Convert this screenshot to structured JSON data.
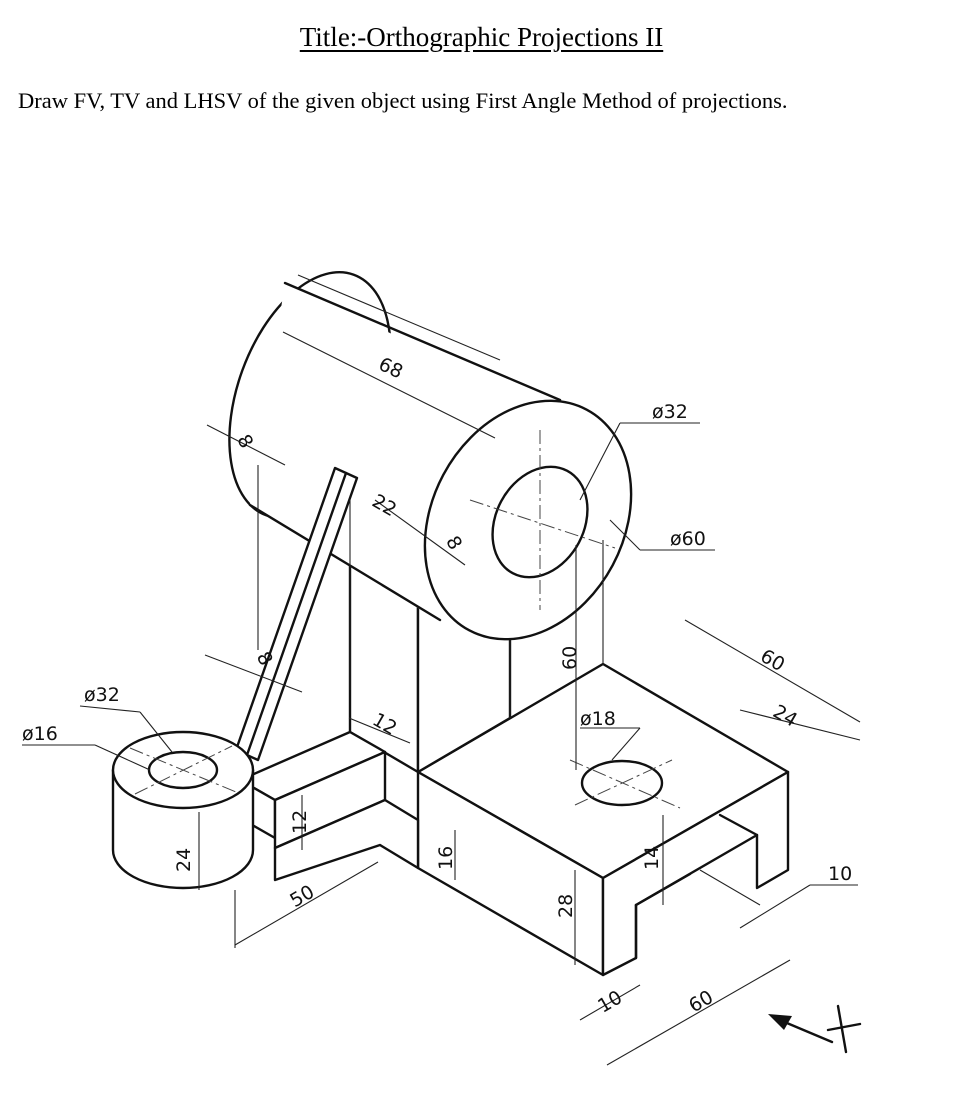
{
  "title": "Title:-Orthographic Projections II",
  "instruction": "Draw FV, TV and LHSV of the given object using First Angle Method of projections.",
  "dimensions": {
    "cyl_length": "68",
    "cyl_bore": "ø32",
    "cyl_outer": "ø60",
    "rib_top": "8",
    "rib_bottom": "8",
    "cyl_wall_edge": "8",
    "web_thickness": "22",
    "boss_outer": "ø32",
    "boss_hole": "ø16",
    "web_slot": "12",
    "arm_thickness": "12",
    "height_60": "60",
    "base_hole": "ø18",
    "base_width": "60",
    "slot_width": "24",
    "boss_height": "24",
    "arm_length": "50",
    "arm_height": "16",
    "base_height": "28",
    "slot_depth": "14",
    "slot_offset": "10",
    "base_length": "60",
    "side_offset": "10"
  },
  "view_arrow": {
    "label": "X"
  }
}
